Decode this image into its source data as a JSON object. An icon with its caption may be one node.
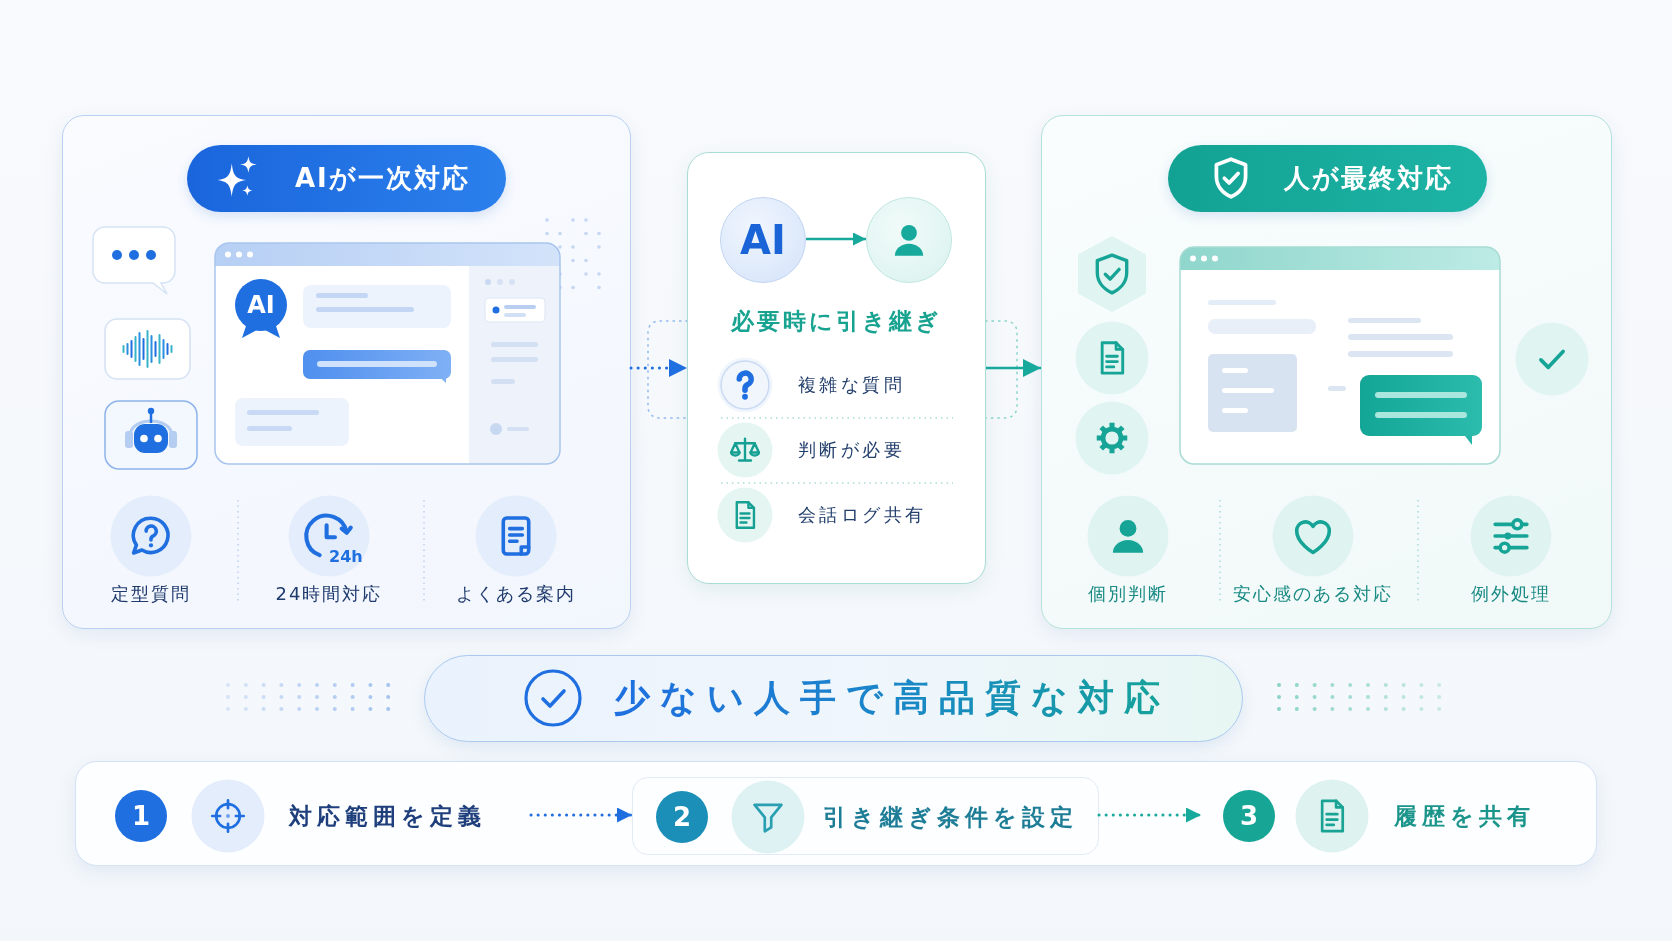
{
  "diagram": {
    "nodes": [
      {
        "text": [],
        "shape": "box"
      },
      {
        "text": [
          "AIが一次対応"
        ],
        "in": 0
      },
      {
        "text": [
          "AI"
        ],
        "in": 0
      },
      {
        "text": [
          "定型質問"
        ],
        "in": 0
      },
      {
        "text": [
          "24時間対応"
        ],
        "in": 0
      },
      {
        "text": [
          "よくある案内"
        ],
        "in": 0
      },
      {
        "text": [
          "必要時に引き継ぎ"
        ]
      },
      {
        "text": [
          "AI"
        ],
        "in": 6
      },
      {
        "text": [],
        "shape": "circle",
        "in": 6
      },
      {
        "text": [
          "複雑な質問"
        ],
        "in": 6
      },
      {
        "text": [
          "判断が必要"
        ],
        "in": 6
      },
      {
        "text": [
          "会話ログ共有"
        ],
        "in": 6
      },
      {
        "text": [],
        "shape": "box"
      },
      {
        "text": [
          "人が最終対応"
        ],
        "in": 12
      },
      {
        "text": [
          "個別判断"
        ],
        "in": 12
      },
      {
        "text": [
          "安心感のある対応"
        ],
        "in": 12
      },
      {
        "text": [
          "例外処理"
        ],
        "in": 12
      },
      {
        "text": [
          "少ない人手で高品質な対応"
        ]
      },
      {
        "text": [],
        "shape": "box"
      },
      {
        "text": [
          "1",
          "対応範囲を定義"
        ],
        "in": 18
      },
      {
        "text": [
          "2",
          "引き継ぎ条件を設定"
        ],
        "in": 18
      },
      {
        "text": [
          "3",
          "履歴を共有"
        ],
        "in": 18
      }
    ],
    "edges": [
      {
        "from": 0,
        "to": 6,
        "arrow": "to",
        "style": "dashed",
        "color": "#1f6fe0"
      },
      {
        "from": 7,
        "to": 8,
        "arrow": "to"
      },
      {
        "from": 6,
        "to": 12,
        "arrow": "to"
      },
      {
        "from": 19,
        "to": 20,
        "arrow": "to",
        "style": "dashed",
        "color": "#1f6fe0"
      },
      {
        "from": 20,
        "to": 21,
        "arrow": "to",
        "style": "dashed"
      }
    ],
    "labels": [
      "24h"
    ]
  }
}
